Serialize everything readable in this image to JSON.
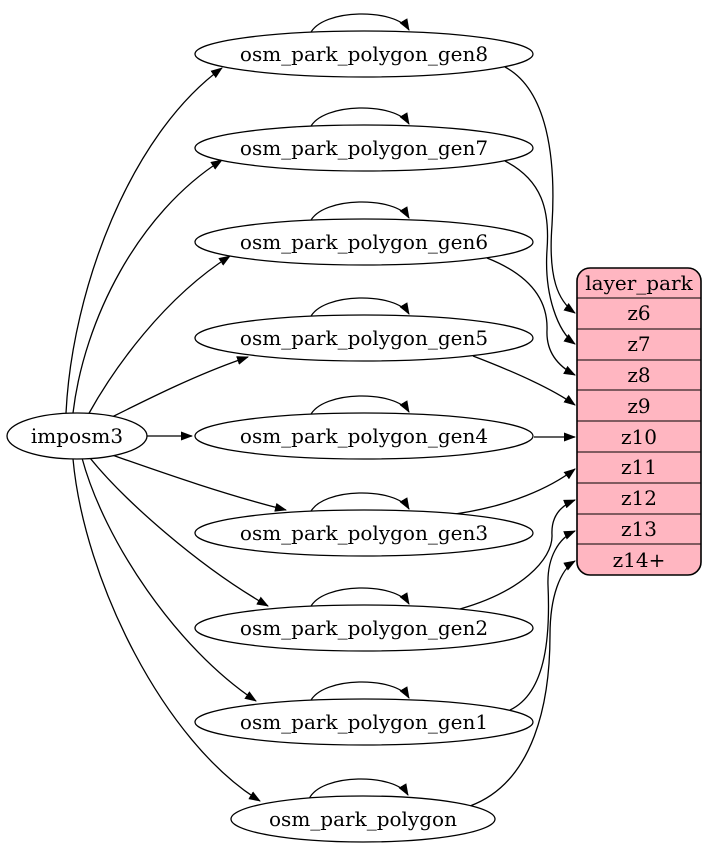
{
  "diagram": {
    "type": "graphviz-digraph",
    "background": "#ffffff",
    "source": {
      "label": "imposm3"
    },
    "tables": [
      {
        "label": "osm_park_polygon_gen8",
        "from": "imposm3",
        "self_loop": true,
        "to_zoom": "z6"
      },
      {
        "label": "osm_park_polygon_gen7",
        "from": "imposm3",
        "self_loop": true,
        "to_zoom": "z7"
      },
      {
        "label": "osm_park_polygon_gen6",
        "from": "imposm3",
        "self_loop": true,
        "to_zoom": "z8"
      },
      {
        "label": "osm_park_polygon_gen5",
        "from": "imposm3",
        "self_loop": true,
        "to_zoom": "z9"
      },
      {
        "label": "osm_park_polygon_gen4",
        "from": "imposm3",
        "self_loop": true,
        "to_zoom": "z10"
      },
      {
        "label": "osm_park_polygon_gen3",
        "from": "imposm3",
        "self_loop": true,
        "to_zoom": "z11"
      },
      {
        "label": "osm_park_polygon_gen2",
        "from": "imposm3",
        "self_loop": true,
        "to_zoom": "z12"
      },
      {
        "label": "osm_park_polygon_gen1",
        "from": "imposm3",
        "self_loop": true,
        "to_zoom": "z13"
      },
      {
        "label": "osm_park_polygon",
        "from": "imposm3",
        "self_loop": true,
        "to_zoom": "z14+"
      }
    ],
    "layer": {
      "title": "layer_park",
      "rows": [
        "z6",
        "z7",
        "z8",
        "z9",
        "z10",
        "z11",
        "z12",
        "z13",
        "z14+"
      ],
      "fill": "#ffb6c1",
      "stroke": "#000000"
    },
    "colors": {
      "node_fill": "#ffffff",
      "edge": "#000000",
      "text": "#000000"
    }
  }
}
